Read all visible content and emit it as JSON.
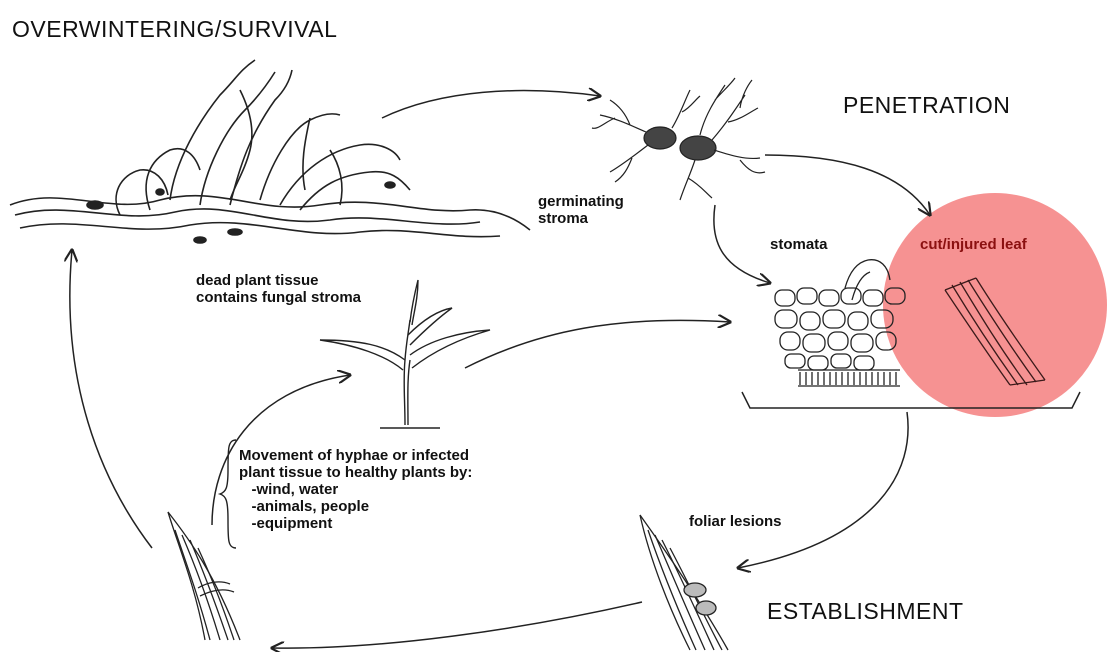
{
  "stages": {
    "overwintering": "OVERWINTERING/SURVIVAL",
    "penetration": "PENETRATION",
    "establishment": "ESTABLISHMENT"
  },
  "labels": {
    "germinating_stroma": "germinating\nstroma",
    "stomata": "stomata",
    "cut_injured_leaf": "cut/injured leaf",
    "dead_plant_tissue": "dead plant tissue\ncontains fungal stroma",
    "movement": "Movement of hyphae or infected\nplant tissue to healthy plants by:\n   -wind, water\n   -animals, people\n   -equipment",
    "foliar_lesions": "foliar lesions"
  },
  "colors": {
    "highlight": "#f47f7f",
    "highlight_text": "#8b1010",
    "ink": "#111111"
  }
}
